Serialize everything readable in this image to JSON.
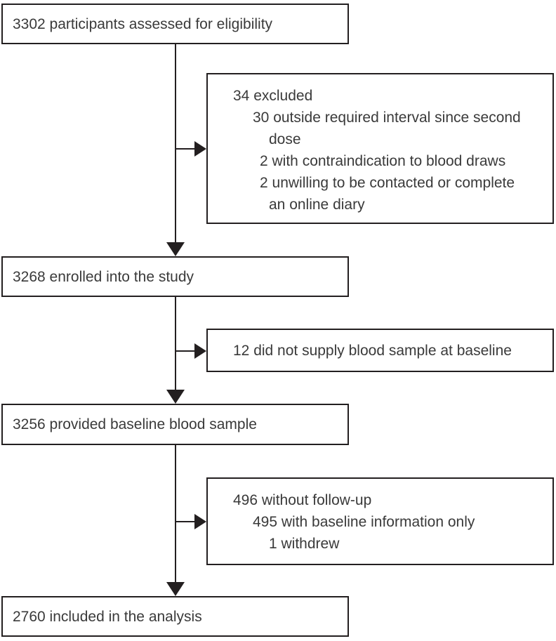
{
  "figure": {
    "type": "participant-flow-diagram",
    "colors": {
      "background": "#ffffff",
      "line": "#231f20",
      "text": "#3a3a3a"
    },
    "nodes": {
      "assessed": {
        "lines": [
          {
            "text": "3302 participants assessed for eligibility",
            "indent": 0
          }
        ]
      },
      "excluded": {
        "lines": [
          {
            "text": "34 excluded",
            "indent": 0
          },
          {
            "text": "30 outside required interval since second",
            "indent": 1
          },
          {
            "text": "dose",
            "indent": 3
          },
          {
            "text": "2 with contraindication to blood draws",
            "indent": 2
          },
          {
            "text": "2 unwilling to be contacted or complete",
            "indent": 2
          },
          {
            "text": "an online diary",
            "indent": 3
          }
        ]
      },
      "enrolled": {
        "lines": [
          {
            "text": "3268 enrolled into the study",
            "indent": 0
          }
        ]
      },
      "no_blood_sample": {
        "lines": [
          {
            "text": "12 did not supply blood sample at baseline",
            "indent": 0
          }
        ]
      },
      "baseline_sample": {
        "lines": [
          {
            "text": "3256 provided baseline blood sample",
            "indent": 0
          }
        ]
      },
      "no_followup": {
        "lines": [
          {
            "text": "496 without follow-up",
            "indent": 0
          },
          {
            "text": "495 with baseline information only",
            "indent": 1
          },
          {
            "text": "1 withdrew",
            "indent": 3
          }
        ]
      },
      "analysis": {
        "lines": [
          {
            "text": "2760 included in the analysis",
            "indent": 0
          }
        ]
      }
    }
  }
}
